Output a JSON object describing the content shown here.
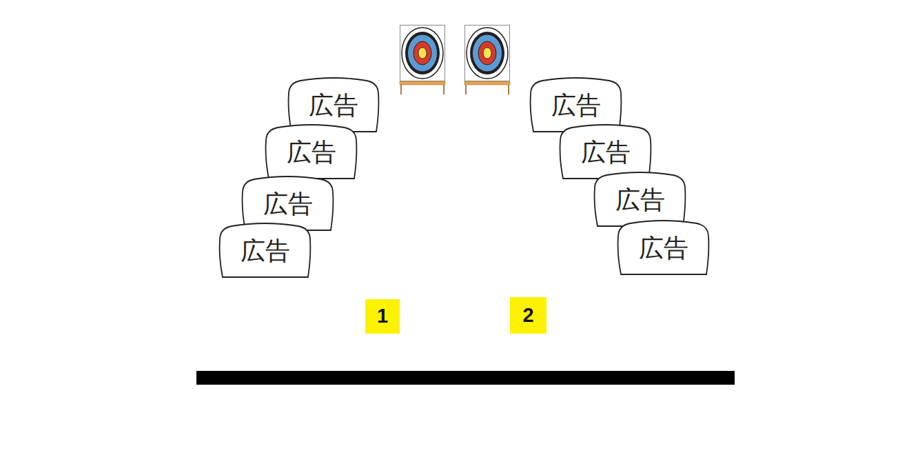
{
  "diagram": {
    "nodes": [
      {
        "text": [
          "広告"
        ]
      },
      {
        "text": [
          "広告"
        ]
      },
      {
        "text": [
          "広告"
        ]
      },
      {
        "text": [
          "広告"
        ]
      },
      {
        "text": [
          "広告"
        ]
      },
      {
        "text": [
          "広告"
        ]
      },
      {
        "text": [
          "広告"
        ]
      },
      {
        "text": [
          "広告"
        ]
      },
      {
        "text": [
          "1"
        ]
      },
      {
        "text": [
          "2"
        ]
      }
    ]
  }
}
